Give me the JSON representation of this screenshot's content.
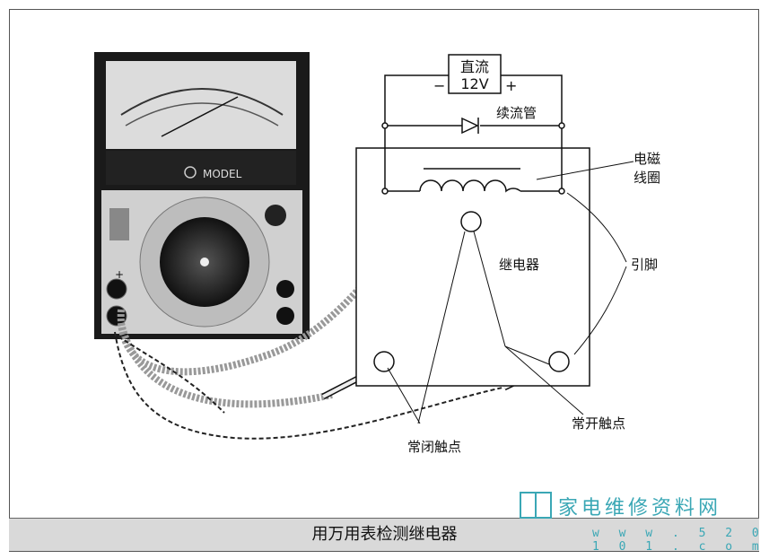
{
  "diagram": {
    "power_source": {
      "line1": "直流",
      "line2": "12V",
      "minus": "−",
      "plus": "+"
    },
    "labels": {
      "diode": "续流管",
      "coil_line1": "电磁",
      "coil_line2": "线圈",
      "relay": "继电器",
      "pins": "引脚",
      "nc_contact": "常闭触点",
      "no_contact": "常开触点"
    },
    "meter": {
      "brand": "MODEL",
      "plus": "+"
    },
    "caption": "用万用表检测继电器"
  },
  "watermark": {
    "text": "家电维修资料网",
    "url": "w w w . 5 2 0 1 0 1 . c o m"
  },
  "colors": {
    "line": "#111111",
    "caption_bg": "#d9d9d9",
    "watermark": "#3aa7b5"
  }
}
